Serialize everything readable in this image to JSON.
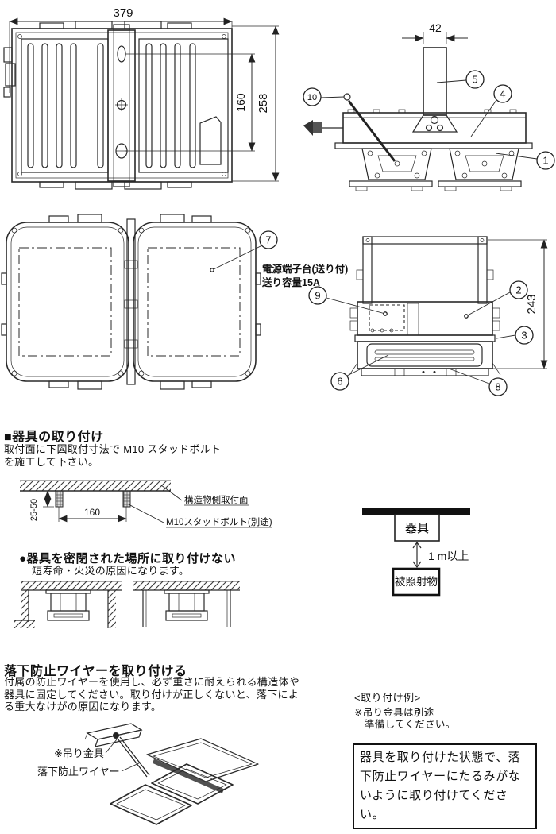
{
  "plan_view": {
    "dim_width": "379",
    "dim_height": "258",
    "dim_pitch": "160"
  },
  "side_view": {
    "dim_stem_width": "42",
    "callout_stem": "5",
    "callout_bracket": "4",
    "callout_hook": "10",
    "callout_arm": "1"
  },
  "bottom_view": {
    "callout_glass": "7"
  },
  "rear_view": {
    "dim_height": "243",
    "terminal_label_line1": "電源端子台(送り付)",
    "terminal_label_line2": "送り容量15A",
    "callout_terminal": "9",
    "callout_panel": "2",
    "callout_rail": "3",
    "callout_louver": "6",
    "callout_baseplate": "8"
  },
  "mount_section": {
    "heading": "■器具の取り付け",
    "body_line1": "取付面に下図取付寸法で M10 スタッドボルト",
    "body_line2": "を施工して下さい。",
    "dim_embed": "25-50",
    "dim_pitch": "160",
    "label_surface": "構造物側取付面",
    "label_bolt": "M10スタッドボルト(別途)"
  },
  "enclosure_section": {
    "heading": "●器具を密閉された場所に取り付けない",
    "body": "短寿命・火災の原因になります。"
  },
  "clearance": {
    "fixture_label": "器具",
    "distance_label": "1 m以上",
    "target_label": "被照射物"
  },
  "wire_section": {
    "heading": "落下防止ワイヤーを取り付ける",
    "body_line1": "付属の防止ワイヤーを使用し、必ず重さに耐えられる構造体や",
    "body_line2": "器具に固定してください。取り付けが正しくないと、落下によ",
    "body_line3": "る重大なけがの原因になります。",
    "label_bracket": "※吊り金具",
    "label_wire": "落下防止ワイヤー"
  },
  "example_note": {
    "title": "<取り付け例>",
    "line1": "※吊り金具は別途",
    "line2": "準備してください。"
  },
  "warning_box": {
    "line1": "器具を取り付けた状態で、落",
    "line2": "下防止ワイヤーにたるみがな",
    "line3": "いように取り付けてください。"
  }
}
